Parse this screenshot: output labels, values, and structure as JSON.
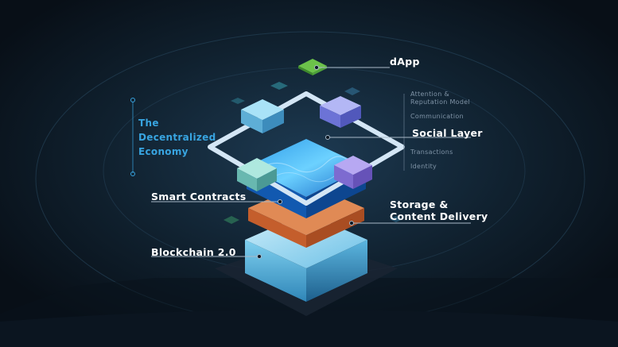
{
  "title": {
    "line1": "The",
    "line2": "Decentralized",
    "line3": "Economy"
  },
  "labels": {
    "dapp": "dApp",
    "social_layer": "Social Layer",
    "smart_contracts": "Smart Contracts",
    "storage_line1": "Storage &",
    "storage_line2": "Content Delivery",
    "blockchain": "Blockchain 2.0"
  },
  "social_sublabels": {
    "attention_line1": "Attention &",
    "attention_line2": "Reputation Model",
    "communication": "Communication",
    "transactions": "Transactions",
    "identity": "Identity"
  },
  "colors": {
    "background": "#0b1622",
    "title_accent": "#38a4e0",
    "dapp_tile": "#6cc24a",
    "frame": "#d4e6f5",
    "water_layer": "#1f7fd6",
    "storage_layer": "#d06a3b",
    "blockchain_layer": "#7ec8ea"
  }
}
